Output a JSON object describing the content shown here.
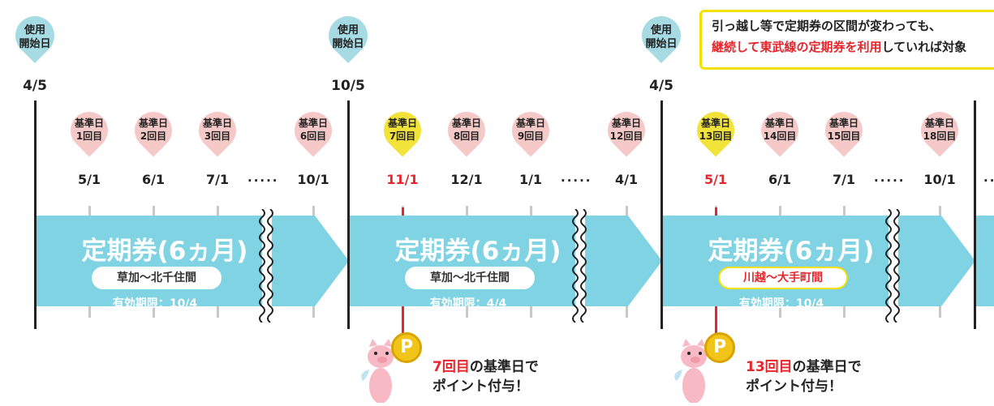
{
  "colors": {
    "band": "#7fd3e3",
    "pin_blue": "#a6dbe4",
    "kijun_pink": "#f6c9c9",
    "kijun_yellow": "#f2e33a",
    "accent_red": "#e5262c",
    "note_border": "#f5e000"
  },
  "note": {
    "line1": "引っ越し等で定期券の区間が変わっても、",
    "line2_red": "継続して東武線の定期券を利用",
    "line2_rest": "していれば対象"
  },
  "periods": [
    {
      "start_label": "使用\n開始日",
      "start_date": "4/5",
      "band_title": "定期券(6ヵ月)",
      "section": "草加〜北千住間",
      "expiry": "有効期限：10/4",
      "kijun": [
        {
          "label": "基準日\n1回目",
          "date": "5/1",
          "highlight": false
        },
        {
          "label": "基準日\n2回目",
          "date": "6/1",
          "highlight": false
        },
        {
          "label": "基準日\n3回目",
          "date": "7/1",
          "highlight": false
        },
        {
          "label": "基準日\n6回目",
          "date": "10/1",
          "highlight": false
        }
      ]
    },
    {
      "start_label": "使用\n開始日",
      "start_date": "10/5",
      "band_title": "定期券(6ヵ月)",
      "section": "草加〜北千住間",
      "expiry": "有効期限：4/4",
      "kijun": [
        {
          "label": "基準日\n7回目",
          "date": "11/1",
          "highlight": true
        },
        {
          "label": "基準日\n8回目",
          "date": "12/1",
          "highlight": false
        },
        {
          "label": "基準日\n9回目",
          "date": "1/1",
          "highlight": false
        },
        {
          "label": "基準日\n12回目",
          "date": "4/1",
          "highlight": false
        }
      ],
      "point": {
        "red": "7回目",
        "rest": "の基準日で",
        "line2": "ポイント付与！"
      }
    },
    {
      "start_label": "使用\n開始日",
      "start_date": "4/5",
      "band_title": "定期券(6ヵ月)",
      "section": "川越〜大手町間",
      "expiry": "有効期限：10/4",
      "kijun": [
        {
          "label": "基準日\n13回目",
          "date": "5/1",
          "highlight": true
        },
        {
          "label": "基準日\n14回目",
          "date": "6/1",
          "highlight": false
        },
        {
          "label": "基準日\n15回目",
          "date": "7/1",
          "highlight": false
        },
        {
          "label": "基準日\n18回目",
          "date": "10/1",
          "highlight": false
        }
      ],
      "point": {
        "red": "13回目",
        "rest": "の基準日で",
        "line2": "ポイント付与！"
      }
    }
  ],
  "dots": "·····"
}
